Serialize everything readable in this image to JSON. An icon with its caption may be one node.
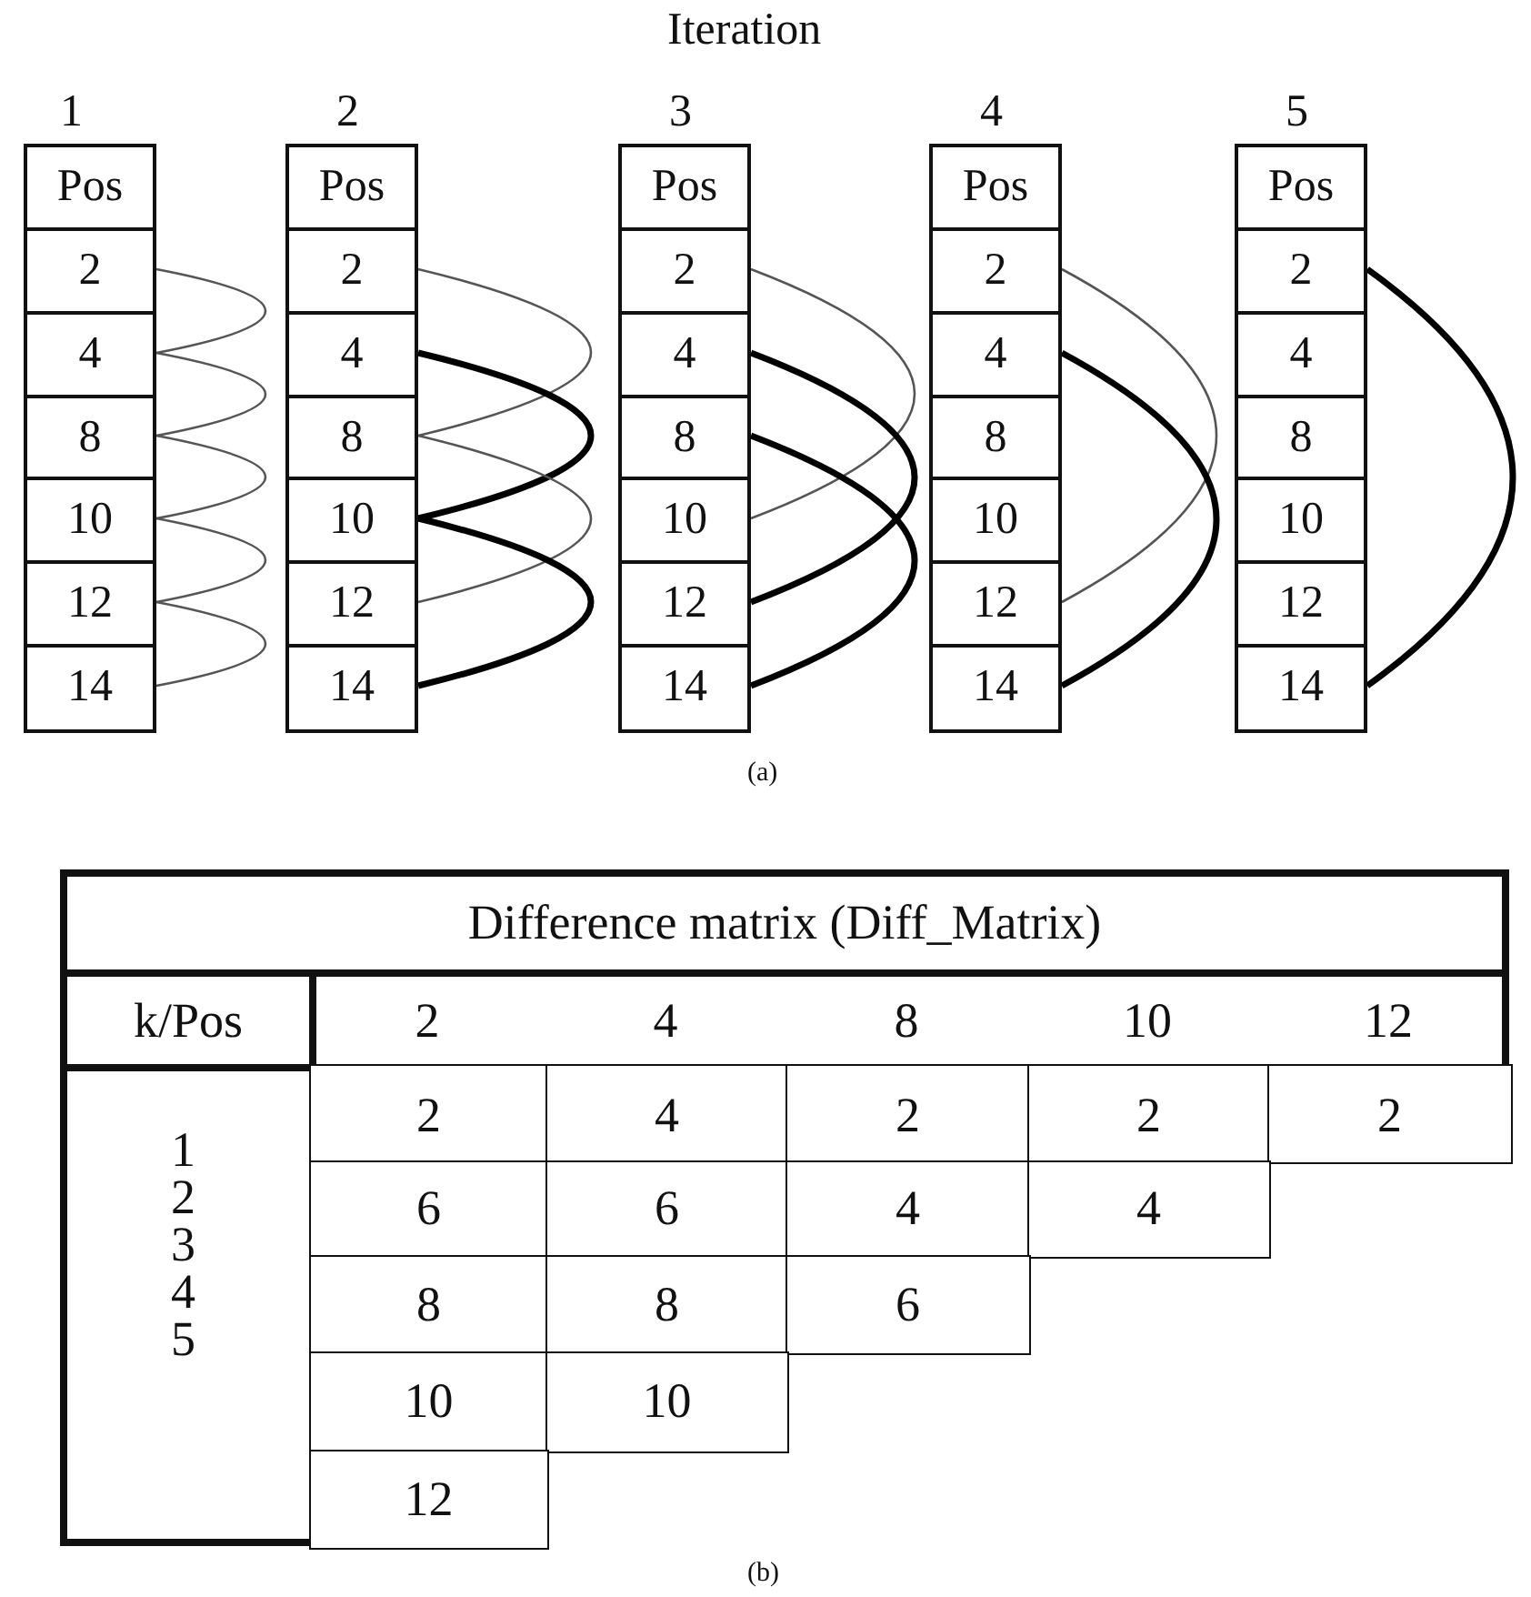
{
  "diagram": {
    "nodes": [
      {
        "text": [
          "Pos"
        ],
        "beside": [
          "1"
        ]
      },
      {
        "text": [
          "2"
        ]
      },
      {
        "text": [
          "4"
        ]
      },
      {
        "text": [
          "8"
        ]
      },
      {
        "text": [
          "10"
        ]
      },
      {
        "text": [
          "12"
        ]
      },
      {
        "text": [
          "14"
        ]
      },
      {
        "text": [
          "Pos"
        ],
        "beside": [
          "2"
        ]
      },
      {
        "text": [
          "2"
        ]
      },
      {
        "text": [
          "4"
        ]
      },
      {
        "text": [
          "8"
        ]
      },
      {
        "text": [
          "10"
        ]
      },
      {
        "text": [
          "12"
        ]
      },
      {
        "text": [
          "14"
        ]
      },
      {
        "text": [
          "Pos"
        ],
        "beside": [
          "3"
        ]
      },
      {
        "text": [
          "2"
        ]
      },
      {
        "text": [
          "4"
        ]
      },
      {
        "text": [
          "8"
        ]
      },
      {
        "text": [
          "10"
        ]
      },
      {
        "text": [
          "12"
        ]
      },
      {
        "text": [
          "14"
        ]
      },
      {
        "text": [
          "Pos"
        ],
        "beside": [
          "4"
        ]
      },
      {
        "text": [
          "2"
        ]
      },
      {
        "text": [
          "4"
        ]
      },
      {
        "text": [
          "8"
        ]
      },
      {
        "text": [
          "10"
        ]
      },
      {
        "text": [
          "12"
        ]
      },
      {
        "text": [
          "14"
        ]
      },
      {
        "text": [
          "Pos"
        ],
        "beside": [
          "5"
        ]
      },
      {
        "text": [
          "2"
        ]
      },
      {
        "text": [
          "4"
        ]
      },
      {
        "text": [
          "8"
        ]
      },
      {
        "text": [
          "10"
        ]
      },
      {
        "text": [
          "12"
        ]
      },
      {
        "text": [
          "14"
        ]
      }
    ],
    "edges": [
      {
        "from": 1,
        "to": 2,
        "arrow": "none"
      },
      {
        "from": 2,
        "to": 3,
        "arrow": "none"
      },
      {
        "from": 3,
        "to": 4,
        "arrow": "none"
      },
      {
        "from": 4,
        "to": 5,
        "arrow": "none"
      },
      {
        "from": 5,
        "to": 6,
        "arrow": "none"
      },
      {
        "from": 8,
        "to": 10,
        "arrow": "none"
      },
      {
        "from": 9,
        "to": 11,
        "arrow": "none",
        "style": "thick"
      },
      {
        "from": 10,
        "to": 12,
        "arrow": "none"
      },
      {
        "from": 11,
        "to": 13,
        "arrow": "none",
        "style": "thick"
      },
      {
        "from": 15,
        "to": 18,
        "arrow": "none"
      },
      {
        "from": 16,
        "to": 19,
        "arrow": "none",
        "style": "thick"
      },
      {
        "from": 17,
        "to": 20,
        "arrow": "none",
        "style": "thick"
      },
      {
        "from": 22,
        "to": 26,
        "arrow": "none"
      },
      {
        "from": 23,
        "to": 27,
        "arrow": "none",
        "style": "thick"
      },
      {
        "from": 29,
        "to": 34,
        "arrow": "none",
        "style": "thick"
      }
    ],
    "labels": [
      "Iteration",
      "(a)",
      "Difference matrix (Diff_Matrix)",
      "k/Pos",
      "2",
      "4",
      "8",
      "10",
      "12",
      "1",
      "2",
      "3",
      "4",
      "5",
      "2",
      "4",
      "2",
      "2",
      "2",
      "6",
      "6",
      "4",
      "4",
      "8",
      "8",
      "6",
      "10",
      "10",
      "12",
      "(b)"
    ]
  }
}
